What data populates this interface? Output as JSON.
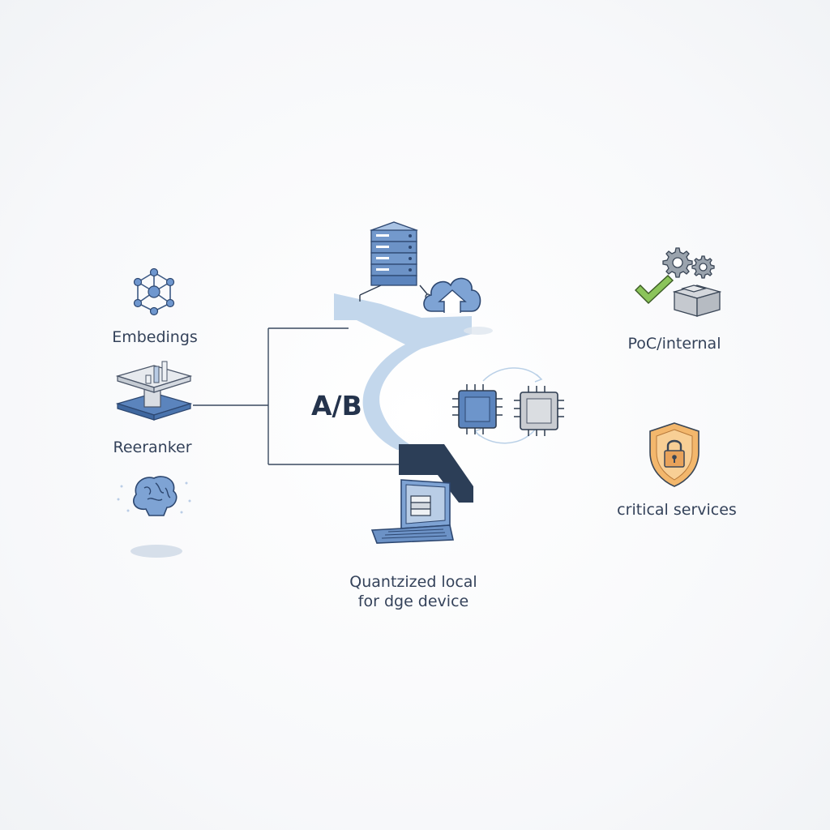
{
  "labels": {
    "embeddings": "Embedings",
    "reranker": "Reeranker",
    "ab": "A/B",
    "poc": "PoC/internal",
    "critical": "critical services",
    "quantized_line1": "Quantzized local",
    "quantized_line2": "for dge device"
  },
  "icons": {
    "embeddings": "network-graph-icon",
    "reranker": "reranker-stack-icon",
    "brain": "brain-icon",
    "server": "server-rack-icon",
    "cloud": "cloud-upload-icon",
    "chip_a": "cpu-chip-icon",
    "chip_b": "cpu-chip-icon",
    "laptop": "laptop-icon",
    "gears": "gears-icon",
    "check": "checkmark-icon",
    "box": "storage-box-icon",
    "shield": "shield-lock-icon"
  },
  "colors": {
    "accent_blue": "#5b84bd",
    "light_blue": "#bcd3ea",
    "navy": "#2c3e57",
    "check_green": "#7ab648",
    "shield_orange": "#e8a25a"
  }
}
